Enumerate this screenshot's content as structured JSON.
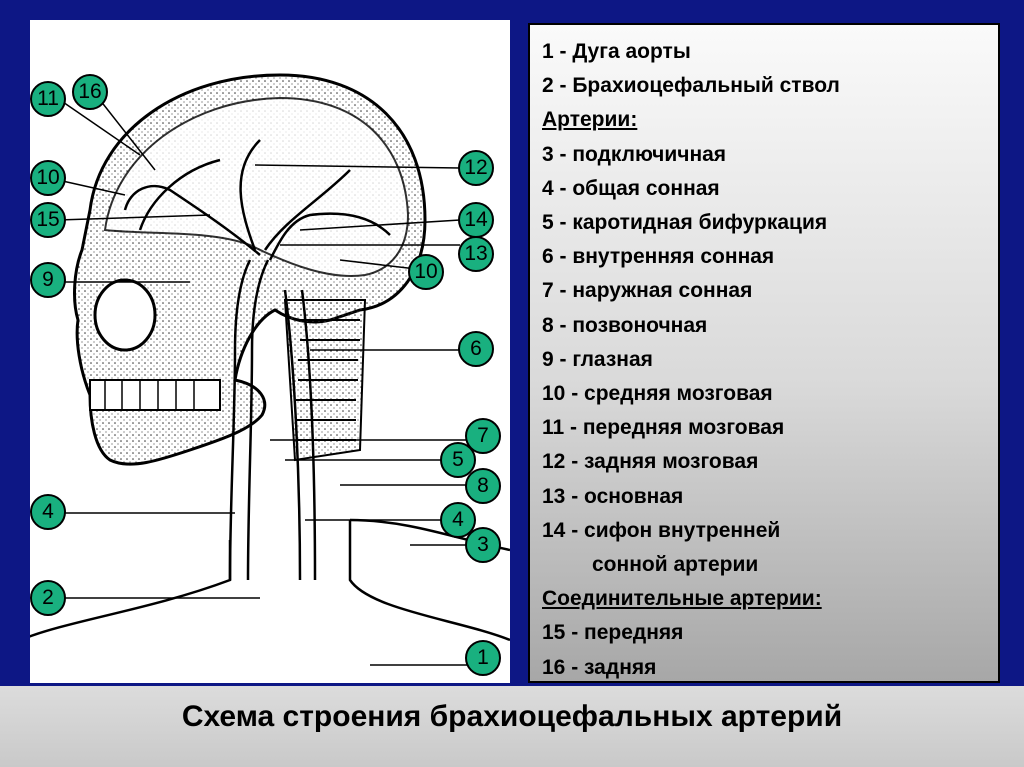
{
  "footer": {
    "title": "Схема строения брахиоцефальных артерий"
  },
  "legend": [
    {
      "text": "1 - Дуга аорты",
      "style": "normal"
    },
    {
      "text": "2 - Брахиоцефальный ствол",
      "style": "normal"
    },
    {
      "text": "Артерии:",
      "style": "heading"
    },
    {
      "text": "3 - подключичная",
      "style": "normal"
    },
    {
      "text": "4 - общая сонная",
      "style": "normal"
    },
    {
      "text": "5 - каротидная бифуркация",
      "style": "normal"
    },
    {
      "text": "6 - внутренняя сонная",
      "style": "normal"
    },
    {
      "text": "7 - наружная сонная",
      "style": "normal"
    },
    {
      "text": "8 - позвоночная",
      "style": "normal"
    },
    {
      "text": "9 - глазная",
      "style": "normal"
    },
    {
      "text": "10 - средняя мозговая",
      "style": "normal"
    },
    {
      "text": "11 - передняя мозговая",
      "style": "normal"
    },
    {
      "text": "12 - задняя мозговая",
      "style": "normal"
    },
    {
      "text": "13 - основная",
      "style": "normal"
    },
    {
      "text": "14 - сифон внутренней",
      "style": "normal"
    },
    {
      "text": "сонной артерии",
      "style": "indent"
    },
    {
      "text": "Соединительные артерии:",
      "style": "heading"
    },
    {
      "text": "15 - передняя",
      "style": "normal"
    },
    {
      "text": "16 - задняя",
      "style": "normal"
    }
  ],
  "callouts": [
    "11",
    "16",
    "10",
    "15",
    "9",
    "12",
    "14",
    "13",
    "10",
    "6",
    "7",
    "5",
    "8",
    "4",
    "4",
    "3",
    "2",
    "1"
  ],
  "colors": {
    "background": "#0d1785",
    "badge": "#19b07f",
    "panel": "#ffffff",
    "footer": "#d4d4d4"
  }
}
